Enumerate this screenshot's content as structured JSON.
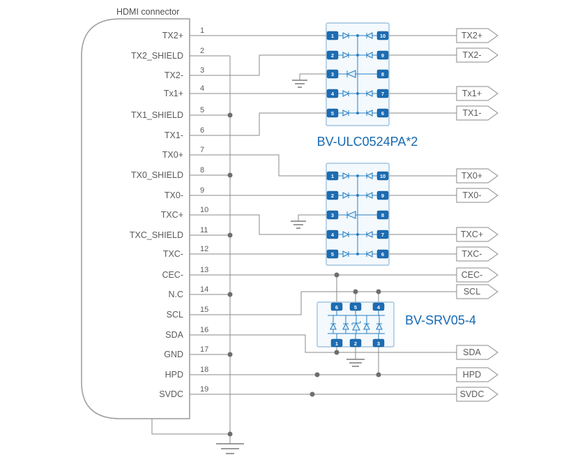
{
  "title": "HDMI connector",
  "colors": {
    "caption_blue": "#1569b3",
    "ic_fill": "#f3f9fd",
    "ic_stroke": "#8fb8da",
    "pin_box_blue": "#1d6cb2",
    "wire_gray": "#8a8a8a",
    "text_gray": "#5a5a5a"
  },
  "connector": {
    "pins": [
      {
        "num": "1",
        "name": "TX2+"
      },
      {
        "num": "2",
        "name": "TX2_SHIELD"
      },
      {
        "num": "3",
        "name": "TX2-"
      },
      {
        "num": "4",
        "name": "Tx1+"
      },
      {
        "num": "5",
        "name": "TX1_SHIELD"
      },
      {
        "num": "6",
        "name": "TX1-"
      },
      {
        "num": "7",
        "name": "TX0+"
      },
      {
        "num": "8",
        "name": "TX0_SHIELD"
      },
      {
        "num": "9",
        "name": "TX0-"
      },
      {
        "num": "10",
        "name": "TXC+"
      },
      {
        "num": "11",
        "name": "TXC_SHIELD"
      },
      {
        "num": "12",
        "name": "TXC-"
      },
      {
        "num": "13",
        "name": "CEC-"
      },
      {
        "num": "14",
        "name": "N.C"
      },
      {
        "num": "15",
        "name": "SCL"
      },
      {
        "num": "16",
        "name": "SDA"
      },
      {
        "num": "17",
        "name": "GND"
      },
      {
        "num": "18",
        "name": "HPD"
      },
      {
        "num": "19",
        "name": "SVDC"
      }
    ]
  },
  "ics": {
    "ulc": {
      "caption": "BV-ULC0524PA*2",
      "left_pins": [
        "1",
        "2",
        "3",
        "4",
        "5"
      ],
      "right_pins": [
        "10",
        "9",
        "8",
        "7",
        "6"
      ]
    },
    "srv": {
      "caption": "BV-SRV05-4",
      "top_pins": [
        "6",
        "5",
        "4"
      ],
      "bottom_pins": [
        "1",
        "2",
        "3"
      ]
    }
  },
  "outputs": [
    {
      "label": "TX2+"
    },
    {
      "label": "TX2-"
    },
    {
      "label": "Tx1+"
    },
    {
      "label": "TX1-"
    },
    {
      "label": "TX0+"
    },
    {
      "label": "TX0-"
    },
    {
      "label": "TXC+"
    },
    {
      "label": "TXC-"
    },
    {
      "label": "CEC-"
    },
    {
      "label": "SCL"
    },
    {
      "label": "SDA"
    },
    {
      "label": "HPD"
    },
    {
      "label": "SVDC"
    }
  ]
}
